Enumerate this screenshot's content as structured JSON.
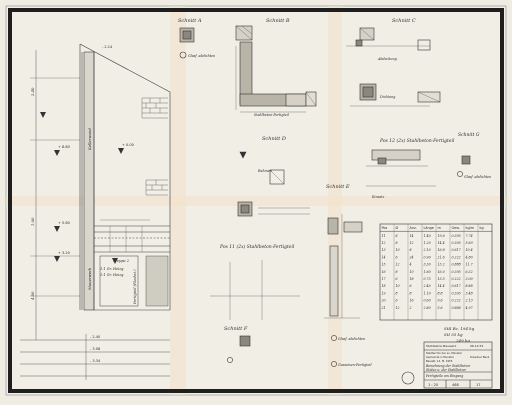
{
  "sections": {
    "a": "Schnitt A",
    "b": "Schnitt B",
    "c": "Schnitt C",
    "d": "Schnitt D",
    "e": "Schnitt E",
    "f": "Schnitt F",
    "g": "Schnitt G"
  },
  "positions": {
    "pos12": "Pos 12 (2x) Stahlbeton-Fertigteil",
    "pos11": "Pos 11 (2x) Stahlbeton-Fertigteil"
  },
  "labels": {
    "glasfaser": "Glasf. abdichten",
    "kellerwand": "Kellerwand",
    "stahlbeton_fertigteil": "Stahlbeton-Fertigteil",
    "gusseisen": "Gusseisen-Fertigteil",
    "abdeckung": "Abdeckung",
    "dichtung": "Dichtung",
    "einsatz": "Einsatz",
    "fl_ig": "1:1 Gr. Heizg.",
    "fl_ig_2": "1:1 Gr. Heizg.",
    "treppe": "Treppe 2",
    "mauerwerk": "Mauerwerk",
    "fertig": "Fertigteil (Flachst.)",
    "rahmen": "Rahmen"
  },
  "levels": {
    "l1": "+ 8.80",
    "l2": "+ 5.60",
    "l3": "+ 3.20",
    "l4": "+ 0.00",
    "l5": "- 2.14",
    "l6": "- 2.40",
    "l7": "- 3.08",
    "l8": "- 3.34"
  },
  "title_block": {
    "header": "Stahlbeton-Bauwerk",
    "date": "06.12.55",
    "line1": "Stadtarchiv der ev. Münster",
    "line2": "Gemeinde in Munster",
    "line3": "Bauabt. 14. M. 1955",
    "line4": "Dresdner Bank",
    "title1": "Bewehrung der Stahlbeton-",
    "title2": "Stütze u. der Stahlbeton-",
    "title3": "Fertigteile am Eingang",
    "scale": "1 : 20",
    "sheet_no": "468",
    "index": "17"
  },
  "table": {
    "headers": [
      "Pos",
      "Ø",
      "Anz.",
      "Länge",
      "m",
      "Gew.",
      "kg/m",
      "kg"
    ],
    "rows": [
      [
        "11",
        "8",
        "14",
        "1.40",
        "19.6",
        "0.395",
        "7.74",
        ""
      ],
      [
        "12",
        "8",
        "12",
        "1.20",
        "14.4",
        "0.395",
        "5.69",
        ""
      ],
      [
        "13",
        "10",
        "8",
        "2.10",
        "16.8",
        "0.617",
        "10.4",
        ""
      ],
      [
        "14",
        "6",
        "24",
        "0.90",
        "21.6",
        "0.222",
        "4.80",
        ""
      ],
      [
        "15",
        "12",
        "4",
        "3.30",
        "13.2",
        "0.888",
        "11.7",
        ""
      ],
      [
        "16",
        "8",
        "10",
        "1.60",
        "16.0",
        "0.395",
        "6.32",
        ""
      ],
      [
        "17",
        "6",
        "18",
        "0.75",
        "13.5",
        "0.222",
        "3.00",
        ""
      ],
      [
        "18",
        "10",
        "6",
        "2.40",
        "14.4",
        "0.617",
        "8.88",
        ""
      ],
      [
        "19",
        "8",
        "8",
        "1.10",
        "8.8",
        "0.395",
        "3.48",
        ""
      ],
      [
        "20",
        "6",
        "16",
        "0.60",
        "9.6",
        "0.222",
        "2.13",
        ""
      ],
      [
        "21",
        "12",
        "2",
        "2.80",
        "5.6",
        "0.888",
        "4.97",
        ""
      ]
    ],
    "sum1": "StII Bz. 194 kg",
    "sum2": "StI    55 kg",
    "sum3": "249 kg"
  },
  "dims": {
    "d1": "1.00",
    "d2": "4.00",
    "d3": "2.40",
    "d4": "1.26",
    "d5": "0.24",
    "d6": "0.40"
  }
}
